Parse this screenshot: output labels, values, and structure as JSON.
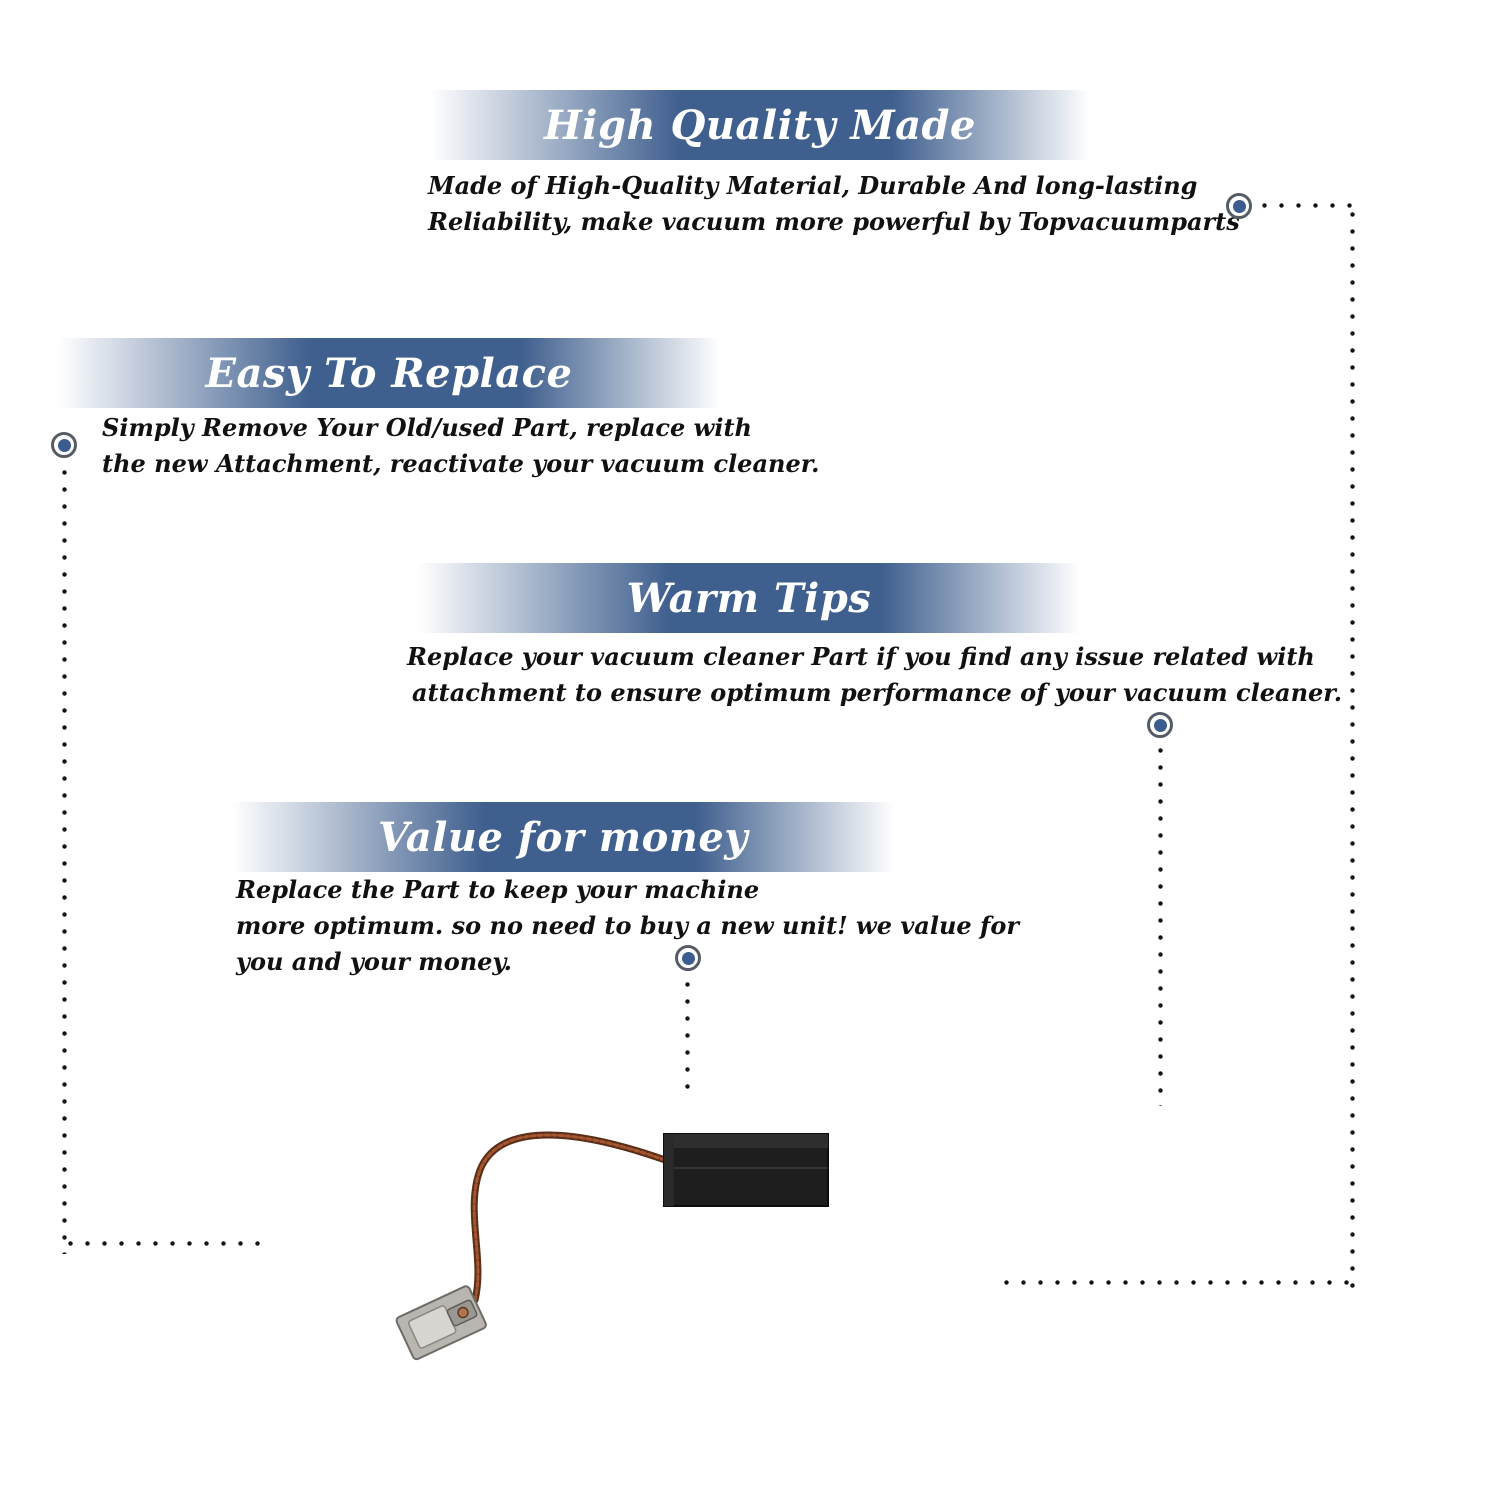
{
  "features": [
    {
      "title": "High Quality Made",
      "lines": [
        "Made of  High-Quality Material, Durable And long-lasting",
        "Reliability, make vacuum more powerful by Topvacuumparts"
      ]
    },
    {
      "title": "Easy To Replace",
      "lines": [
        "Simply Remove Your Old/used Part, replace with",
        "the new Attachment, reactivate your vacuum cleaner."
      ]
    },
    {
      "title": "Warm Tips",
      "lines": [
        "Replace your vacuum cleaner Part if you find any issue related with",
        "attachment to ensure optimum performance of your vacuum cleaner."
      ]
    },
    {
      "title": "Value for money",
      "lines": [
        "Replace the Part to keep your machine",
        "more optimum. so no need to buy a new unit! we value for",
        "you and your money."
      ]
    }
  ],
  "colors": {
    "banner": "#3f5f8e",
    "bullet": "#3c5b8e",
    "text": "#111111",
    "background": "#ffffff"
  },
  "product": {
    "icon": "carbon-brush-with-wire-and-terminal"
  }
}
